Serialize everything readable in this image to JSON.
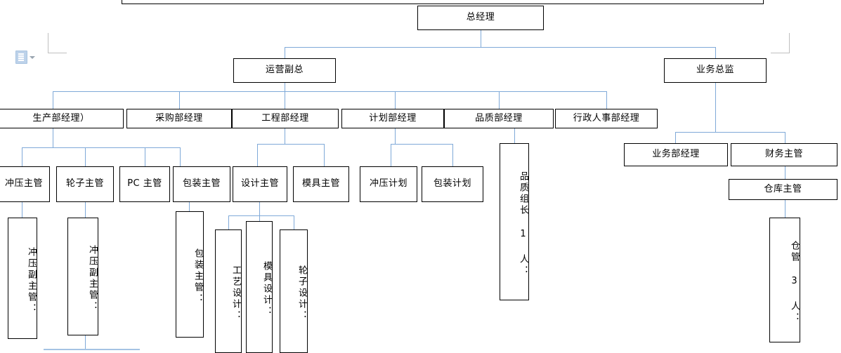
{
  "document": {
    "type": "organization-chart",
    "language": "zh-CN",
    "paste_options_icon": "paste-options-icon",
    "paste_options_caret": "chevron-down-icon"
  },
  "nodes": {
    "general_manager": "总经理",
    "operations_vp": "运营副总",
    "business_director": "业务总监",
    "dept_managers": [
      "生产部经理）",
      "采购部经理",
      "工程部经理",
      "计划部经理",
      "品质部经理",
      "行政人事部经理"
    ],
    "production_supervisors": [
      "冲压主管",
      "轮子主管",
      "PC 主管",
      "包装主管"
    ],
    "engineering_supervisors": [
      "设计主管",
      "模具主管"
    ],
    "planning_items": [
      "冲压计划",
      "包装计划"
    ],
    "quality_leader": "品质组长 1 人：",
    "business_manager": "业务部经理",
    "finance_supervisor": "财务主管",
    "warehouse_supervisor": "仓库主管",
    "warehouse_staff": "仓管 3 人：",
    "stamping_deputies": [
      "冲压副主管：",
      "冲压副主管："
    ],
    "packaging_supervisor_detail": "包装主管：",
    "design_children": [
      "工艺设计：",
      "模具设计：",
      "轮子设计："
    ]
  },
  "colors": {
    "connector": "#7FA9D8",
    "box_border": "#000000",
    "box_fill": "#FFFFFF",
    "text": "#000000",
    "margin_guide": "#BFBFBF",
    "paste_icon": "#BDD2EA"
  }
}
